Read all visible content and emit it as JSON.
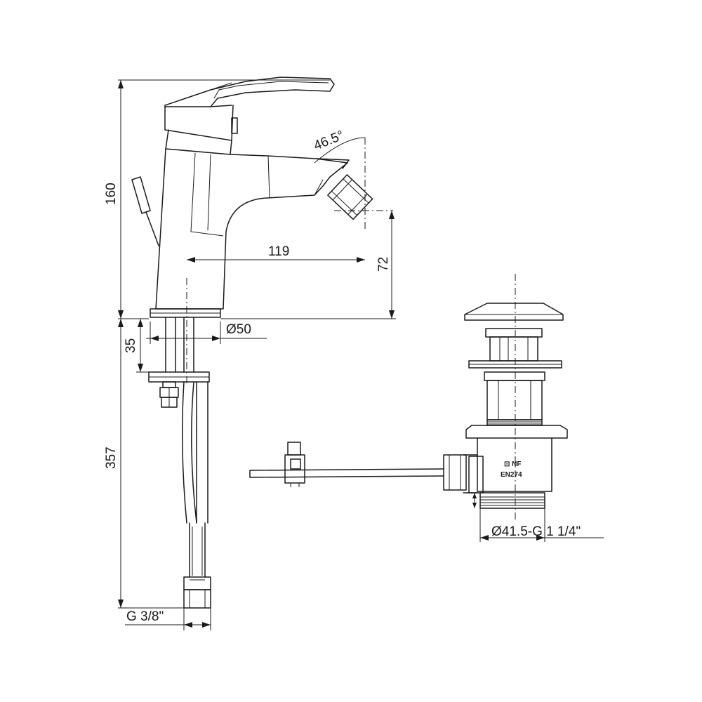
{
  "dimensions": {
    "height_total": "160",
    "angle": "46.5°",
    "spout_reach": "119",
    "spout_height": "72",
    "base_diameter": "Ø50",
    "base_thickness": "35",
    "hose_length": "357",
    "hose_thread": "G 3/8\"",
    "waste_thread": "Ø41.5-G 1 1/4\""
  },
  "marks": {
    "standard": "EN274"
  }
}
